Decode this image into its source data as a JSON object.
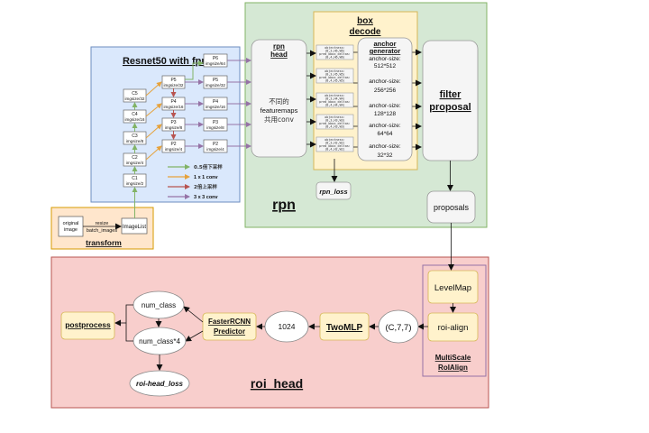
{
  "backbone": {
    "title": "Resnet50 with fpn",
    "c_blocks": [
      {
        "name": "C1",
        "sub": "imgsize/2"
      },
      {
        "name": "C2",
        "sub": "imgsize/4"
      },
      {
        "name": "C3",
        "sub": "imgsize/8"
      },
      {
        "name": "C4",
        "sub": "imgsize/16"
      },
      {
        "name": "C5",
        "sub": "imgsize/32"
      }
    ],
    "p_inner": [
      {
        "name": "P5",
        "sub": "imgsize/32"
      },
      {
        "name": "P4",
        "sub": "imgsize/16"
      },
      {
        "name": "P3",
        "sub": "imgsize/8"
      },
      {
        "name": "P2",
        "sub": "imgsize/4"
      }
    ],
    "p_out": [
      {
        "name": "P6",
        "sub": "imgsize/64"
      },
      {
        "name": "P5",
        "sub": "imgsize/32"
      },
      {
        "name": "P4",
        "sub": "imgsize/16"
      },
      {
        "name": "P3",
        "sub": "imgsize/8"
      },
      {
        "name": "P2",
        "sub": "imgsize/4"
      }
    ],
    "legend": [
      {
        "label": "0.5倍下采样",
        "color": "#82b366"
      },
      {
        "label": "1 x 1 conv",
        "color": "#e6a23c"
      },
      {
        "label": "2倍上采样",
        "color": "#b85450"
      },
      {
        "label": "3 x 3 conv",
        "color": "#9673a6"
      }
    ]
  },
  "transform": {
    "title": "transform",
    "original_line1": "original",
    "original_line2": "image",
    "resize_line1": "resize",
    "resize_line2": "batch_images",
    "imagelist": "ImageList"
  },
  "rpn": {
    "region_label": "rpn",
    "head_line1": "rpn",
    "head_line2": "head",
    "conv_line1": "不同的",
    "conv_line2": "featuremaps",
    "conv_line3": "共用conv",
    "box_decode_line1": "box",
    "box_decode_line2": "decode",
    "pred_rows": [
      [
        "objectness:",
        "(B,3,H6,W6)",
        "pred_bbox_deltas:",
        "(B,4,H6,W6)"
      ],
      [
        "objectness:",
        "(B,3,H5,W5)",
        "pred_bbox_deltas:",
        "(B,4,H5,W5)"
      ],
      [
        "objectness:",
        "(B,3,H4,W4)",
        "pred_bbox_deltas:",
        "(B,4,H4,W4)"
      ],
      [
        "objectness:",
        "(B,3,H3,W3)",
        "pred_bbox_deltas:",
        "(B,4,H3,W3)"
      ],
      [
        "objectness:",
        "(B,3,H2,W2)",
        "pred_bbox_deltas:",
        "(B,4,H2,W2)"
      ]
    ],
    "anchor_title_line1": "anchor",
    "anchor_title_line2": "generator",
    "anchor_sizes": [
      {
        "label": "anchor-size:",
        "value": "512*512"
      },
      {
        "label": "anchor-size:",
        "value": "256*256"
      },
      {
        "label": "anchor-size:",
        "value": "128*128"
      },
      {
        "label": "anchor-size:",
        "value": "64*64"
      },
      {
        "label": "anchor-size:",
        "value": "32*32"
      }
    ],
    "filter_line1": "filter",
    "filter_line2": "proposal",
    "rpn_loss": "rpn_loss",
    "proposals": "proposals"
  },
  "roi_head": {
    "region_label": "roi_head",
    "levelmap": "LevelMap",
    "roi_align": "roi-align",
    "multiscale_line1": "MultiScale",
    "multiscale_line2": "RoIAlign",
    "shape": "(C,7,7)",
    "twomlp": "TwoMLP",
    "fc": "1024",
    "predictor_line1": "FasterRCNN",
    "predictor_line2": "Predictor",
    "num_class": "num_class",
    "num_class4": "num_class*4",
    "postprocess": "postprocess",
    "loss": "roi-head_loss"
  }
}
